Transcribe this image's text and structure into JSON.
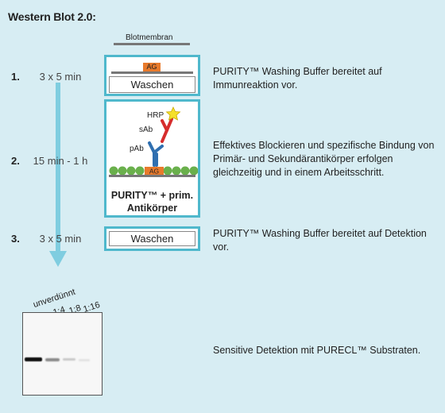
{
  "title": "Western Blot 2.0:",
  "membrane_label": "Blotmembran",
  "steps": [
    {
      "number": "1.",
      "time": "3 x 5 min",
      "box_label": "Waschen",
      "antigen": "AG",
      "description_lines": [
        "PURITY™ Washing Buffer bereitet auf",
        "Immunreaktion vor."
      ]
    },
    {
      "number": "2.",
      "time": "15 min - 1 h",
      "box_label_lines": [
        "PURITY™ + prim.",
        "Antikörper"
      ],
      "antigen": "AG",
      "labels": {
        "hrp": "HRP",
        "sab": "sAb",
        "pab": "pAb"
      },
      "description_lines": [
        "Effektives Blockieren und spezifische Bindung von",
        "Primär- und Sekundärantikörper erfolgen",
        "gleichzeitig und in einem Arbeitsschritt."
      ]
    },
    {
      "number": "3.",
      "time": "3 x 5 min",
      "box_label": "Waschen",
      "description_lines": [
        "PURITY™ Washing Buffer bereitet auf Detektion",
        "vor."
      ]
    }
  ],
  "blot": {
    "lanes": [
      "unverdünnt",
      "1:4",
      "1:8",
      "1:16"
    ],
    "description": "Sensitive Detektion mit PURECL™ Substraten."
  },
  "colors": {
    "background": "#d7edf3",
    "frame": "#4fb8cc",
    "arrow": "#7fcde0",
    "antigen": "#e87a2c",
    "blocking_dots": "#6ab04c",
    "primary_antibody": "#2f6fb0",
    "secondary_antibody": "#d62c2c",
    "hrp_star": "#f5e02a"
  }
}
